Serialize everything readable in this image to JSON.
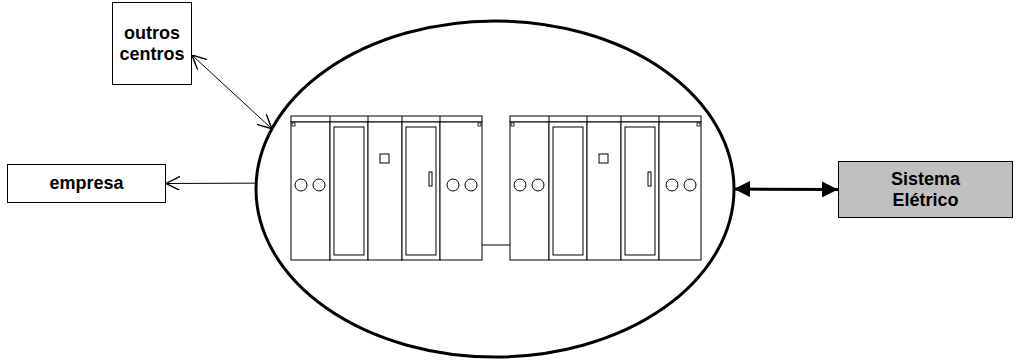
{
  "diagram": {
    "nodes": [
      {
        "text": [
          "outros centros"
        ]
      },
      {
        "text": [
          "empresa"
        ]
      },
      {
        "text": []
      },
      {
        "text": [
          "Sistema Elétrico"
        ]
      }
    ],
    "edges": [
      {
        "from": 0,
        "to": 2,
        "arrow": "both"
      },
      {
        "from": 2,
        "to": 1,
        "arrow": "to"
      },
      {
        "from": 2,
        "to": 3,
        "arrow": "both"
      }
    ]
  }
}
